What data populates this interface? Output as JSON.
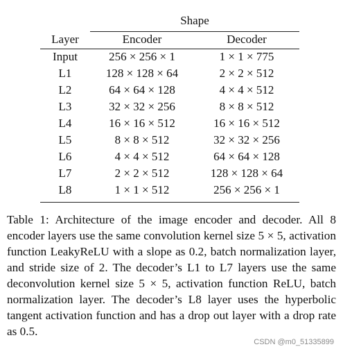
{
  "table": {
    "group_header": "Shape",
    "columns": [
      "Layer",
      "Encoder",
      "Decoder"
    ],
    "rows": [
      {
        "layer": "Input",
        "encoder": "256 × 256 × 1",
        "decoder": "1 × 1 × 775"
      },
      {
        "layer": "L1",
        "encoder": "128 × 128 × 64",
        "decoder": "2 × 2 × 512"
      },
      {
        "layer": "L2",
        "encoder": "64 × 64 × 128",
        "decoder": "4 × 4 × 512"
      },
      {
        "layer": "L3",
        "encoder": "32 × 32 × 256",
        "decoder": "8 × 8 × 512"
      },
      {
        "layer": "L4",
        "encoder": "16 × 16 × 512",
        "decoder": "16 × 16 × 512"
      },
      {
        "layer": "L5",
        "encoder": "8 × 8 × 512",
        "decoder": "32 × 32 × 256"
      },
      {
        "layer": "L6",
        "encoder": "4 × 4 × 512",
        "decoder": "64 × 64 × 128"
      },
      {
        "layer": "L7",
        "encoder": "2 × 2 × 512",
        "decoder": "128 × 128 × 64"
      },
      {
        "layer": "L8",
        "encoder": "1 × 1 × 512",
        "decoder": "256 × 256 × 1"
      }
    ]
  },
  "caption": "Table 1: Architecture of the image encoder and decoder. All 8 encoder layers use the same convolution kernel size 5 × 5, activation function LeakyReLU with a slope as 0.2, batch normalization layer, and stride size of 2. The decoder’s L1 to L7 layers use the same deconvolution kernel size 5 × 5, activation function ReLU, batch normalization layer. The decoder’s L8 layer uses the hyperbolic tangent activation function and has a drop out layer with a drop rate as 0.5.",
  "watermark": "CSDN @m0_51335899"
}
